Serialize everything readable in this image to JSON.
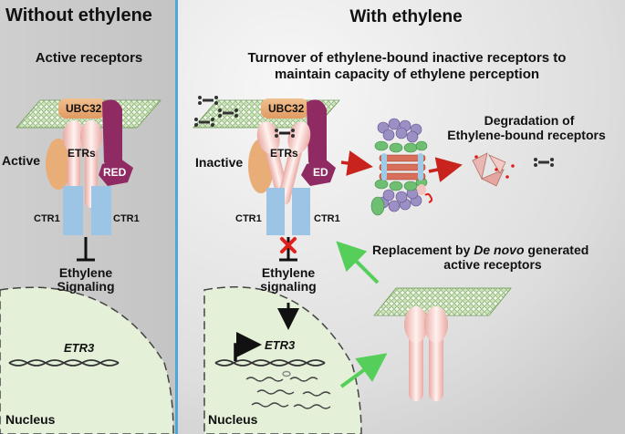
{
  "left_panel": {
    "title": "Without ethylene",
    "subtitle": "Active receptors",
    "state_label": "Active",
    "ubc_label": "UBC32",
    "etr_label": "ETRs",
    "red_label": "RED",
    "ctr1_left": "CTR1",
    "ctr1_right": "CTR1",
    "signal_line1": "Ethylene",
    "signal_line2": "Signaling",
    "gene_label": "ETR3",
    "nucleus_label": "Nucleus"
  },
  "right_panel": {
    "title": "With ethylene",
    "subtitle_line1": "Turnover of ethylene-bound inactive receptors to",
    "subtitle_line2": "maintain capacity of ethylene perception",
    "state_label": "Inactive",
    "ubc_label": "UBC32",
    "etr_label": "ETRs",
    "red_label": "ED",
    "ctr1_left": "CTR1",
    "ctr1_right": "CTR1",
    "signal_line1": "Ethylene",
    "signal_line2": "signaling",
    "gene_label": "ETR3",
    "nucleus_label": "Nucleus",
    "degradation_line1": "Degradation of",
    "degradation_line2": "Ethylene-bound receptors",
    "replacement_prefix": "Replacement by ",
    "replacement_italic": "De novo",
    "replacement_suffix": " generated",
    "replacement_line2": "active receptors"
  },
  "colors": {
    "divider": "#4aa9d8",
    "membrane_fill": "#b9d7a6",
    "ubc": "#e9ad78",
    "red_domain": "#8f2b62",
    "ctr1": "#9cc4e4",
    "receptor": "#f2c4bf",
    "nucleus": "#e4f0d8",
    "red_arrow": "#c8241d",
    "green_arrow": "#55cf5a",
    "proteasome_purple": "#9c8fc4",
    "proteasome_green": "#6fbf73",
    "proteasome_red": "#d86f5a"
  },
  "icons": [
    "ethylene-molecule-icon",
    "red-x-icon",
    "promoter-arrow-icon"
  ]
}
